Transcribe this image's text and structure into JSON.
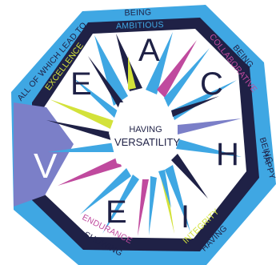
{
  "colors": {
    "outer": "#3fa7e3",
    "band": "#1f2146",
    "purple": "#7b7fc8",
    "magenta": "#c04a9e",
    "lime": "#d3e23a",
    "white": "#ffffff"
  },
  "letters": {
    "A": "A",
    "C": "C",
    "H": "H",
    "I": "I",
    "E_bottom": "E",
    "V_left": "V",
    "E_top": "E"
  },
  "center": {
    "line1": "HAVING",
    "line2": "VERSATILITY"
  },
  "outer_labels": {
    "being_top": "BEING",
    "being_right": "BEING",
    "happy": "HAPPY",
    "being_happy_prefix": "BEING",
    "showing": "SHOWING",
    "having": "HAVING",
    "all_lead_to": "ALL OF WHICH LEAD TO"
  },
  "inner_labels": {
    "ambitious": "AMBITIOUS",
    "collaborative": "COLLABORATIVE",
    "excellence": "EXCELLENCE",
    "endurance": "ENDURANCE",
    "integrity": "INTEGRITY"
  }
}
